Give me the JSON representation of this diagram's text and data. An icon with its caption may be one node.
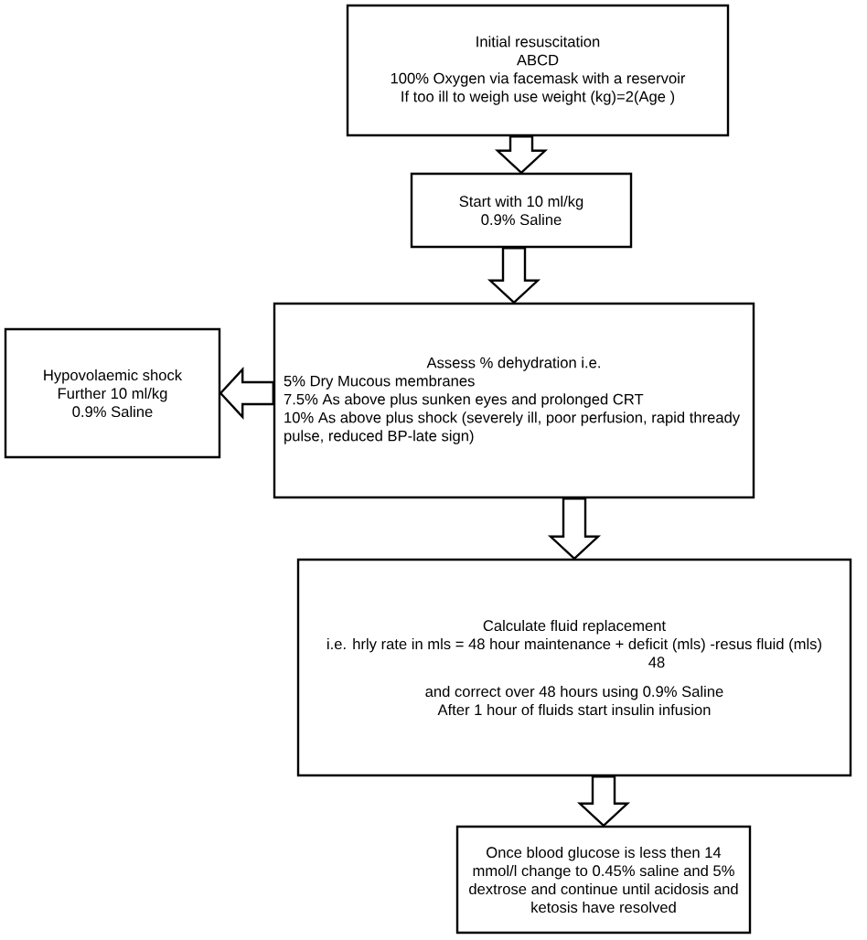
{
  "diagram": {
    "nodes": [
      {
        "text": [
          "Initial resuscitation",
          "ABCD",
          "100% Oxygen via facemask with a reservoir",
          "If too ill to weigh use weight (kg)=2(Age )"
        ]
      },
      {
        "text": [
          "Start with  10 ml/kg",
          "0.9% Saline"
        ]
      },
      {
        "text": [
          "Assess % dehydration  i.e.",
          "5% Dry Mucous membranes",
          "7.5% As above plus sunken eyes and prolonged CRT",
          "10% As above plus shock (severely ill, poor perfusion, rapid thready pulse, reduced BP-late sign)"
        ]
      },
      {
        "text": [
          "Hypovolaemic shock",
          "Further 10 ml/kg",
          "0.9% Saline"
        ]
      },
      {
        "text": [
          "Calculate fluid replacement",
          "i.e. hrly rate in mls = 48 hour maintenance + deficit (mls) -resus fluid (mls)",
          "48",
          "and correct over 48 hours using 0.9% Saline",
          "After 1 hour of fluids start insulin infusion"
        ]
      },
      {
        "text": [
          "Once blood glucose is less then 14 mmol/l change to 0.45% saline and 5% dextrose and continue until acidosis and ketosis have resolved"
        ]
      }
    ],
    "edges": [
      {
        "from": 0,
        "to": 1,
        "arrow": "to"
      },
      {
        "from": 1,
        "to": 2,
        "arrow": "to"
      },
      {
        "from": 2,
        "to": 3,
        "arrow": "to"
      },
      {
        "from": 2,
        "to": 4,
        "arrow": "to"
      },
      {
        "from": 4,
        "to": 5,
        "arrow": "to"
      }
    ]
  }
}
